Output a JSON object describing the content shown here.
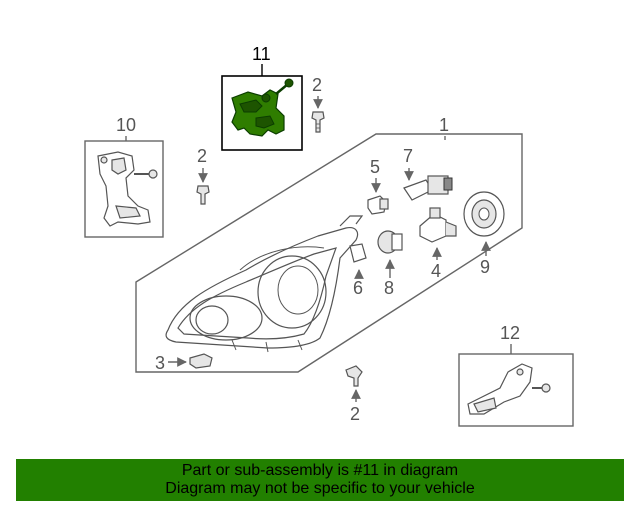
{
  "callouts": {
    "c1": "1",
    "c2a": "2",
    "c2b": "2",
    "c2c": "2",
    "c3": "3",
    "c4": "4",
    "c5": "5",
    "c6": "6",
    "c7": "7",
    "c8": "8",
    "c9": "9",
    "c10": "10",
    "c11": "11",
    "c12": "12"
  },
  "highlight_color": "#2f7d00",
  "footer": {
    "background": "#228000",
    "line1": "Part or sub-assembly is #11 in diagram",
    "line2": "Diagram may not be specific to your vehicle"
  }
}
